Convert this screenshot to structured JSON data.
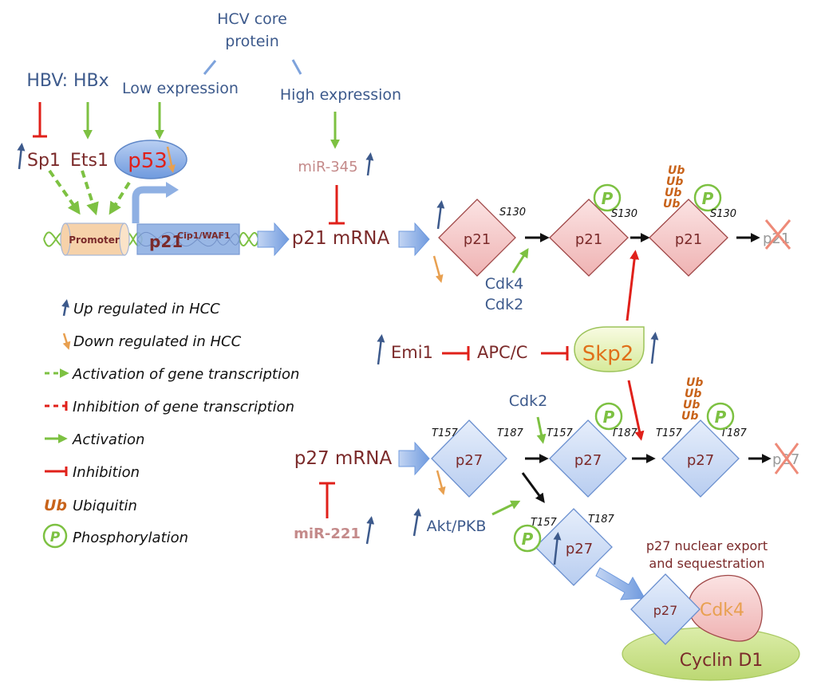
{
  "top": {
    "hcv_core_line1": "HCV core",
    "hcv_core_line2": "protein",
    "low_expression": "Low expression",
    "high_expression": "High expression",
    "hbv_hbx": "HBV: HBx"
  },
  "transcription": {
    "sp1": "Sp1",
    "ets1": "Ets1",
    "p53": "p53",
    "promoter": "Promoter",
    "gene": "p21",
    "gene_superscript": "Cip1/WAF1",
    "mir345": "miR-345",
    "p21_mrna": "p21 mRNA"
  },
  "p21_pathway": {
    "protein": "p21",
    "site": "S130",
    "kinases_line1": "Cdk4",
    "kinases_line2": "Cdk2",
    "degraded": "p21"
  },
  "skp2_axis": {
    "emi1": "Emi1",
    "apcc": "APC/C",
    "skp2": "Skp2"
  },
  "p27_pathway": {
    "p27_mrna": "p27 mRNA",
    "mir221": "miR-221",
    "protein": "p27",
    "site_t157": "T157",
    "site_t187": "T187",
    "cdk2": "Cdk2",
    "akt": "Akt/PKB",
    "degraded": "p27",
    "export_line1": "p27 nuclear export",
    "export_line2": "and sequestration",
    "cdk4": "Cdk4",
    "cyclin_d1": "Cyclin D1"
  },
  "marks": {
    "ub": "Ub",
    "p": "P"
  },
  "legend": {
    "items": [
      {
        "icon": "up-arrow-icon",
        "label": "Up regulated in HCC"
      },
      {
        "icon": "down-arrow-icon",
        "label": "Down regulated in HCC"
      },
      {
        "icon": "dashed-activation-icon",
        "label": "Activation of gene transcription"
      },
      {
        "icon": "dashed-inhibition-icon",
        "label": "Inhibition of gene transcription"
      },
      {
        "icon": "activation-arrow-icon",
        "label": "Activation"
      },
      {
        "icon": "inhibition-bar-icon",
        "label": "Inhibition"
      },
      {
        "icon": "ubiquitin-icon",
        "label": "Ubiquitin"
      },
      {
        "icon": "phosphorylation-icon",
        "label": "Phosphorylation"
      }
    ]
  },
  "colors": {
    "activation": "#7dc142",
    "inhibition": "#e0201a",
    "up": "#3d5a8c",
    "down": "#e8a050",
    "p21_fill": "#f2c4c4",
    "p27_fill": "#cddcf5",
    "ubiquitin": "#c8631a"
  }
}
